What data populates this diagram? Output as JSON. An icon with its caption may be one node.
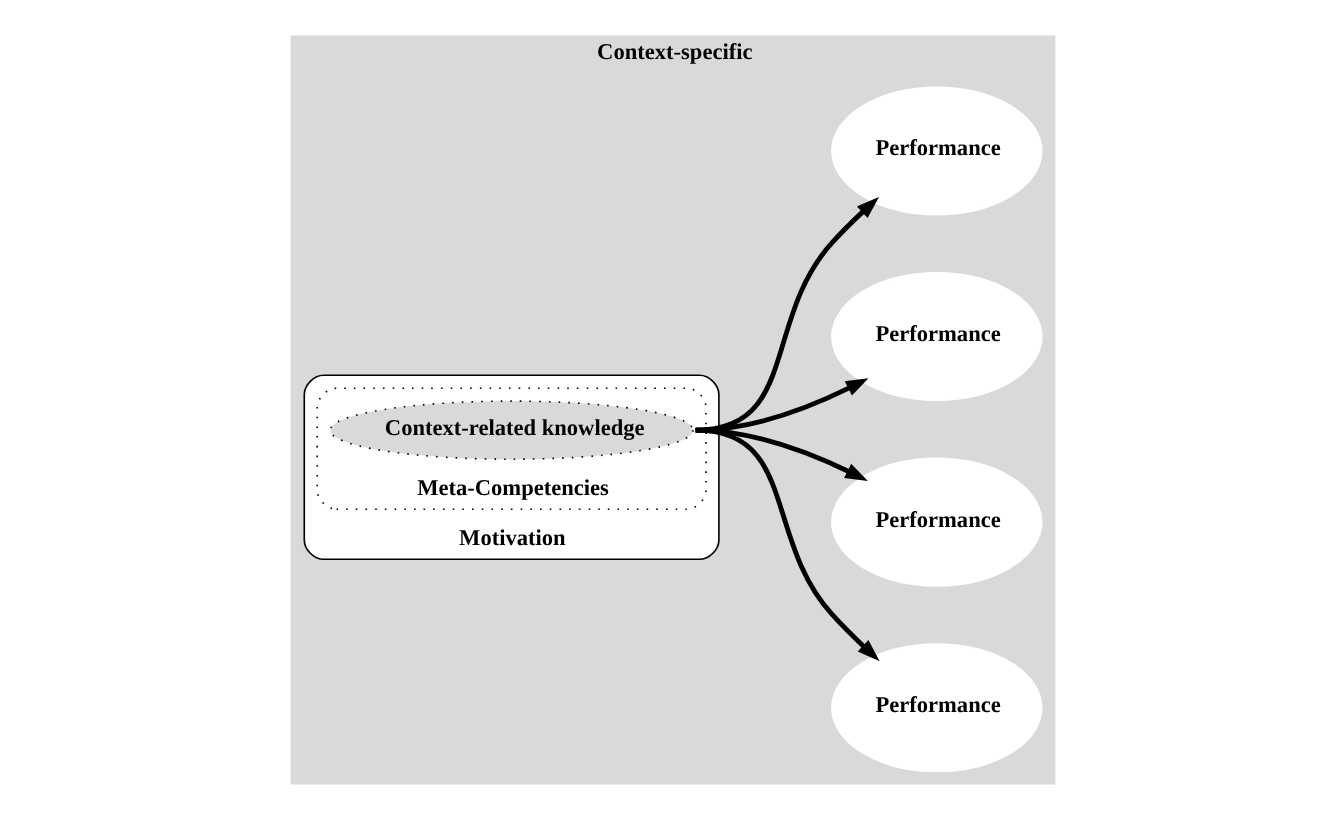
{
  "diagram": {
    "nodes": [
      {
        "text": [
          "Context-specific"
        ]
      },
      {
        "text": [
          "Performance"
        ],
        "in": 0
      },
      {
        "text": [
          "Performance"
        ],
        "in": 0
      },
      {
        "text": [
          "Motivation"
        ],
        "in": 0
      },
      {
        "text": [
          "Meta-Competencies"
        ],
        "in": 3
      },
      {
        "text": [
          "Context-related knowledge"
        ],
        "in": 4
      },
      {
        "text": [
          "Performance"
        ],
        "in": 0
      },
      {
        "text": [
          "Performance"
        ],
        "in": 0
      }
    ],
    "edges": [
      {
        "from": 5,
        "to": 1,
        "arrow": "to"
      },
      {
        "from": 5,
        "to": 2,
        "arrow": "to"
      },
      {
        "from": 5,
        "to": 6,
        "arrow": "to"
      },
      {
        "from": 5,
        "to": 7,
        "arrow": "to"
      }
    ]
  }
}
